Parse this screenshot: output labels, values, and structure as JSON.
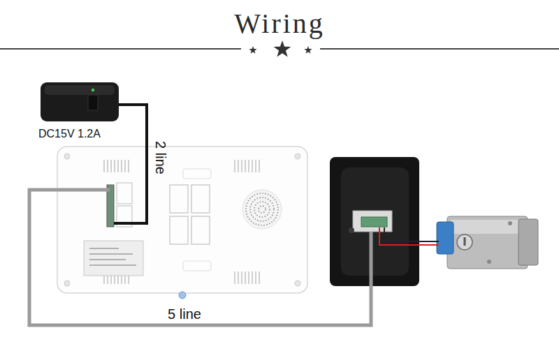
{
  "diagram": {
    "title": "Wiring",
    "nodes": [
      {
        "text": [
          "DC15V 1.2A"
        ]
      }
    ],
    "labels": [
      "2 line",
      "5 line"
    ]
  }
}
